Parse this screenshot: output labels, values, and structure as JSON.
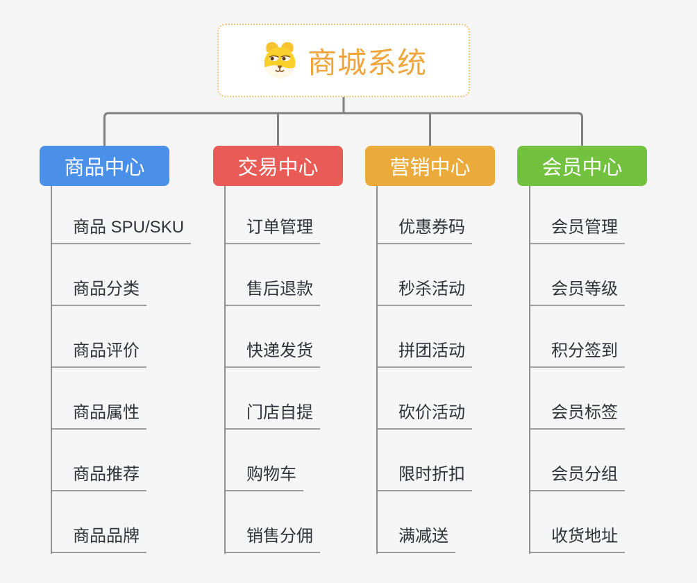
{
  "page": {
    "background_color": "#f5f5f5",
    "connector_color": "#7f7f7f"
  },
  "root": {
    "title": "商城系统",
    "icon": "shiba-dog-icon",
    "title_color": "#efa63e",
    "border_color": "#f2c27c",
    "fill_color": "#ffffff"
  },
  "branches": [
    {
      "label": "商品中心",
      "color": "#4a8fe8",
      "items": [
        "商品 SPU/SKU",
        "商品分类",
        "商品评价",
        "商品属性",
        "商品推荐",
        "商品品牌"
      ]
    },
    {
      "label": "交易中心",
      "color": "#e85b56",
      "items": [
        "订单管理",
        "售后退款",
        "快递发货",
        "门店自提",
        "购物车",
        "销售分佣"
      ]
    },
    {
      "label": "营销中心",
      "color": "#ebab3c",
      "items": [
        "优惠券码",
        "秒杀活动",
        "拼团活动",
        "砍价活动",
        "限时折扣",
        "满减送"
      ]
    },
    {
      "label": "会员中心",
      "color": "#72c13f",
      "items": [
        "会员管理",
        "会员等级",
        "积分签到",
        "会员标签",
        "会员分组",
        "收货地址"
      ]
    }
  ]
}
